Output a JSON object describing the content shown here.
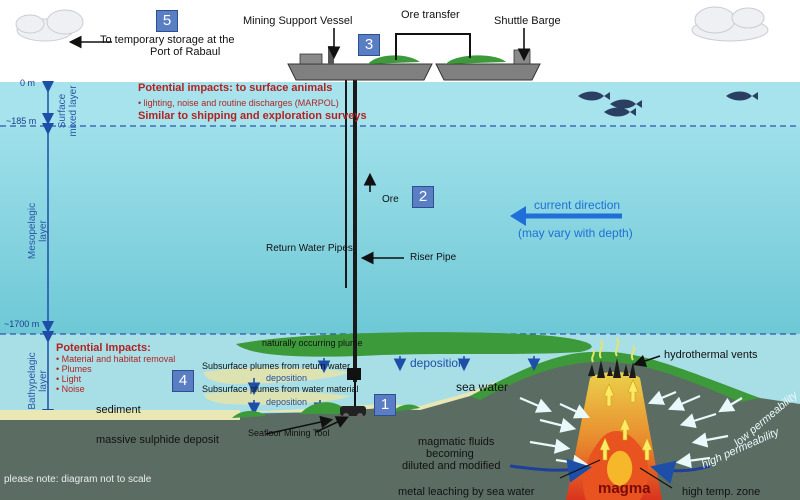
{
  "steps": {
    "s1": "1",
    "s2": "2",
    "s3": "3",
    "s4": "4",
    "s5": "5"
  },
  "surface": {
    "storage_line1": "To temporary storage at the",
    "storage_line2": "Port of Rabaul",
    "mining_vessel": "Mining Support Vessel",
    "ore_transfer": "Ore transfer",
    "shuttle_barge": "Shuttle Barge",
    "impacts_title": "Potential impacts: to surface animals",
    "impacts_item": "• lighting, noise and routine discharges (MARPOL)",
    "impacts_similar": "Similar to shipping and exploration surveys"
  },
  "depths": {
    "d0": "0 m",
    "d185": "~185 m",
    "d1700": "~1700 m"
  },
  "layers": {
    "surface_line1": "Surface",
    "surface_line2": "mixed layer",
    "meso_line1": "Mesopelagic",
    "meso_line2": "layer",
    "bathy_line1": "Bathypelagic",
    "bathy_line2": "layer"
  },
  "water_column": {
    "ore": "Ore",
    "return_pipes": "Return Water Pipes",
    "riser_pipe": "Riser Pipe",
    "current_direction": "current direction",
    "current_note": "(may vary with depth)"
  },
  "deep": {
    "impacts_title": "Potential Impacts:",
    "impacts_items": [
      "Material and habitat removal",
      "Plumes",
      "Light",
      "Noise"
    ],
    "natural_plume": "naturally occurring plume",
    "return_plume": "Subsurface plumes from return water",
    "return_deposition": "deposition",
    "material_plume": "Subsurface plumes from water material",
    "material_deposition": "deposition",
    "deposition": "deposition",
    "hydrothermal_vents": "hydrothermal vents",
    "sea_water": "sea water",
    "sediment": "sediment",
    "massive_sulphide": "massive sulphide deposit",
    "seafloor_tool": "Seafloor Mining Tool",
    "magmatic_line1": "magmatic fluids",
    "magmatic_line2": "becoming",
    "magmatic_line3": "diluted and modified",
    "metal_leaching": "metal leaching by sea water",
    "magma": "magma",
    "high_temp": "high temp. zone",
    "high_perm": "high permeability",
    "low_perm": "low permeability",
    "note": "please note: diagram not to scale"
  },
  "colors": {
    "sky": "#ffffff",
    "surface_water": "#a7e3ec",
    "meso_water": "#7fd0dc",
    "deep_water": "#a8dfe6",
    "seafloor": "#5b6d62",
    "sediment": "#e9e7b4",
    "plume": "#3c9a3a",
    "magma": "#e8531f",
    "step_box": "#5a7ec4",
    "arrow_blue": "#1e6fd8",
    "impact_red": "#b02323"
  }
}
